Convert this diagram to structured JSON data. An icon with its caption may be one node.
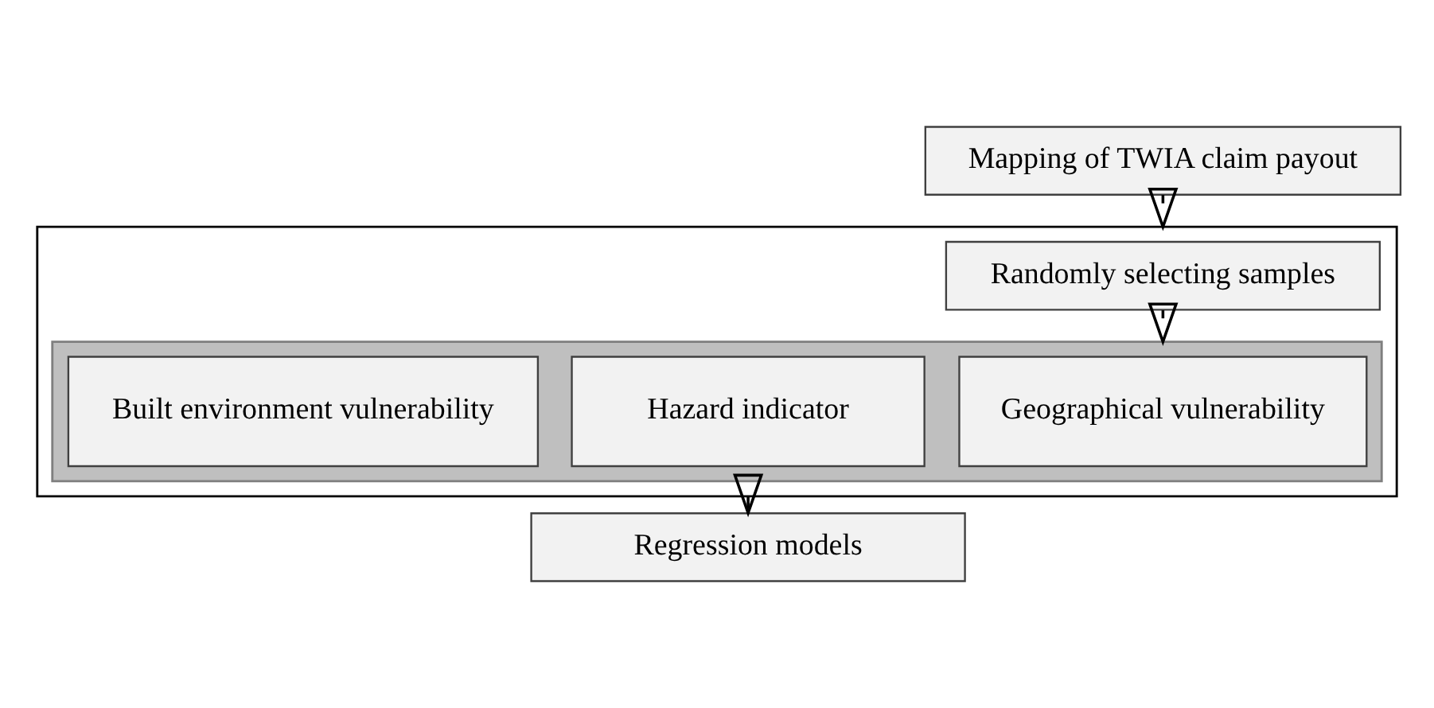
{
  "diagram": {
    "nodes": [
      {
        "text": [
          "Mapping of TWIA claim payout"
        ]
      },
      {
        "text": [],
        "shape": "box"
      },
      {
        "text": [
          "Randomly selecting samples"
        ],
        "in": 1
      },
      {
        "text": [],
        "shape": "bar",
        "in": 1
      },
      {
        "text": [
          "Geographical vulnerability"
        ],
        "in": 3
      },
      {
        "text": [
          "Hazard indicator"
        ],
        "in": 3
      },
      {
        "text": [
          "Built environment vulnerability"
        ],
        "in": 3
      },
      {
        "text": [
          "Regression models"
        ]
      }
    ],
    "edges": [
      {
        "from": 0,
        "to": 1,
        "arrow": "to"
      },
      {
        "from": 2,
        "to": 3,
        "arrow": "to"
      },
      {
        "from": 1,
        "to": 7,
        "arrow": "to"
      }
    ]
  }
}
